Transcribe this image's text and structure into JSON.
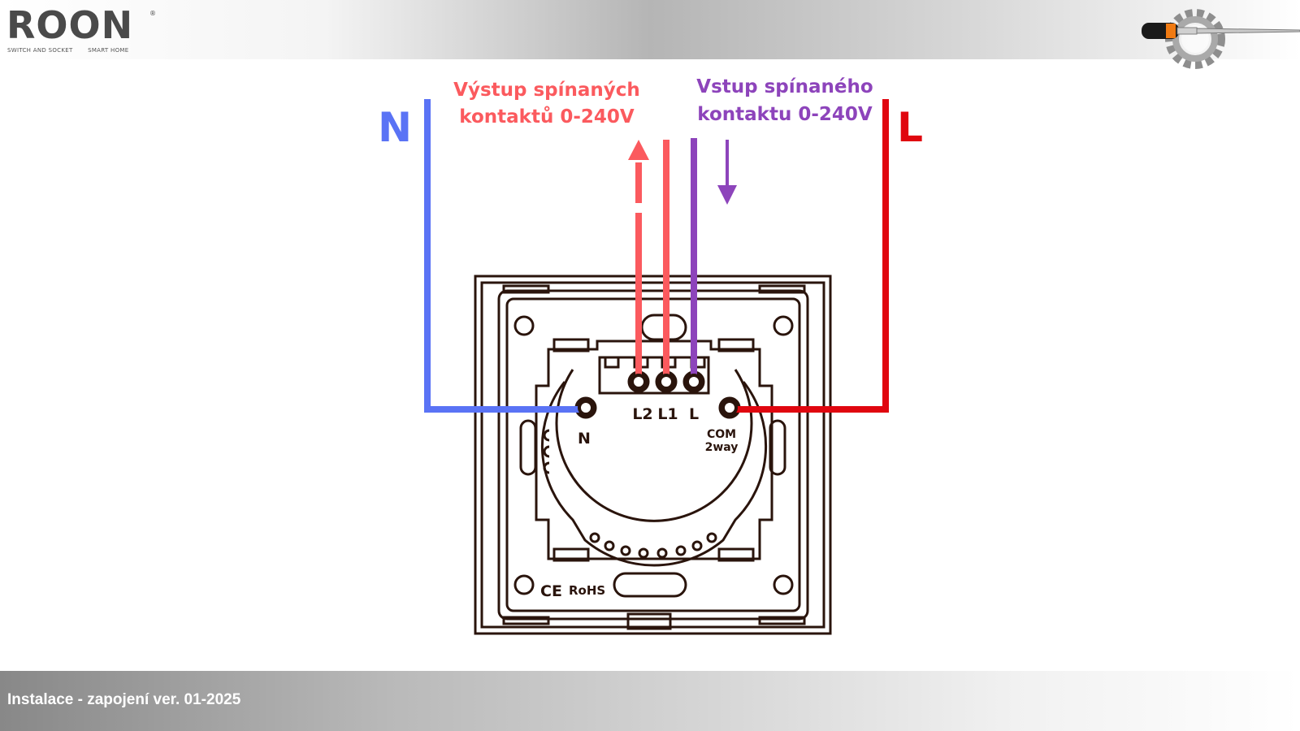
{
  "header": {
    "logo_word": "ROON",
    "logo_registered": "®",
    "logo_tagline_1": "SWITCH AND SOCKET",
    "logo_tagline_2": "SMART HOME",
    "tool_icon": "screwdriver-gear-icon"
  },
  "diagram": {
    "output_label_line1": "Výstup spínaných",
    "output_label_line2": "kontaktů 0-240V",
    "input_label_line1": "Vstup spínaného",
    "input_label_line2": "kontaktu 0-240V",
    "neutral_label": "N",
    "live_label": "L",
    "terminal_l2": "L2",
    "terminal_l1": "L1",
    "terminal_l": "L",
    "terminal_n": "N",
    "terminal_com": "COM",
    "terminal_2way": "2way",
    "ce_mark": "CE",
    "rohs_mark": "RoHS",
    "colors": {
      "neutral_wire": "#5a73f5",
      "live_wire": "#e0060f",
      "output_wire": "#fb5a5e",
      "input_wire": "#8d44bb",
      "outline": "#2a140c"
    }
  },
  "footer": {
    "text": "Instalace - zapojení ver. 01-2025"
  }
}
